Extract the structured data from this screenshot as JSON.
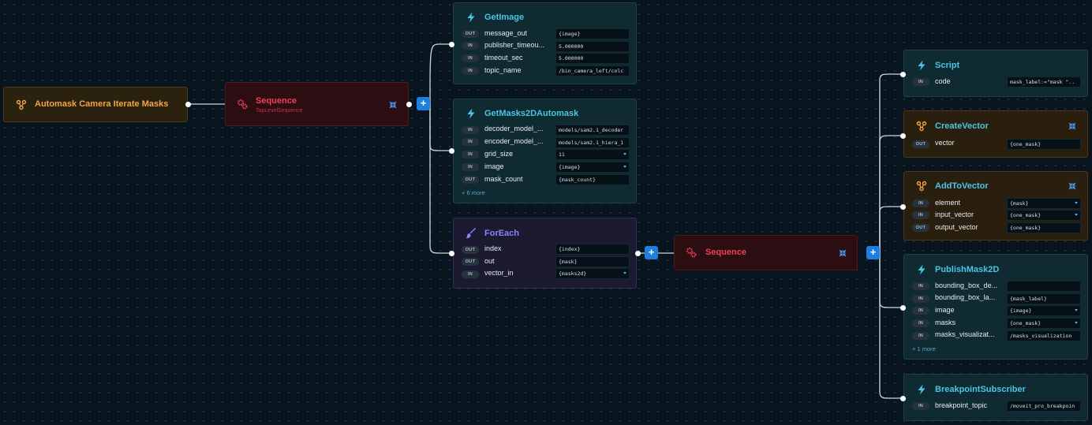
{
  "root": {
    "title": "Automask Camera Iterate Masks"
  },
  "sequence_top": {
    "title": "Sequence",
    "subtitle": "TopLevelSequence"
  },
  "sequence_inner": {
    "title": "Sequence"
  },
  "get_image": {
    "title": "GetImage",
    "ports": [
      {
        "dir": "OUT",
        "name": "message_out",
        "value": "{image}"
      },
      {
        "dir": "IN",
        "name": "publisher_timeou...",
        "value": "5.000000"
      },
      {
        "dir": "IN",
        "name": "timeout_sec",
        "value": "5.000000"
      },
      {
        "dir": "IN",
        "name": "topic_name",
        "value": "/bin_camera_left/colc"
      }
    ]
  },
  "get_masks": {
    "title": "GetMasks2DAutomask",
    "ports": [
      {
        "dir": "IN",
        "name": "decoder_model_...",
        "value": "models/sam2.1_decoder"
      },
      {
        "dir": "IN",
        "name": "encoder_model_...",
        "value": "models/sam2.1_hiera_1"
      },
      {
        "dir": "IN",
        "name": "grid_size",
        "value": "11"
      },
      {
        "dir": "IN",
        "name": "image",
        "value": "{image}"
      },
      {
        "dir": "OUT",
        "name": "mask_count",
        "value": "{mask_count}"
      }
    ],
    "more": "+ 6 more"
  },
  "foreach": {
    "title": "ForEach",
    "ports": [
      {
        "dir": "OUT",
        "name": "index",
        "value": "{index}"
      },
      {
        "dir": "OUT",
        "name": "out",
        "value": "{mask}"
      },
      {
        "dir": "IN",
        "name": "vector_in",
        "value": "{masks2d}"
      }
    ]
  },
  "script": {
    "title": "Script",
    "ports": [
      {
        "dir": "IN",
        "name": "code",
        "value": "mask_label:=\"mask \".."
      }
    ]
  },
  "create_vector": {
    "title": "CreateVector",
    "ports": [
      {
        "dir": "OUT",
        "name": "vector",
        "value": "{one_mask}"
      }
    ]
  },
  "add_to_vector": {
    "title": "AddToVector",
    "ports": [
      {
        "dir": "IN",
        "name": "element",
        "value": "{mask}"
      },
      {
        "dir": "IN",
        "name": "input_vector",
        "value": "{one_mask}"
      },
      {
        "dir": "OUT",
        "name": "output_vector",
        "value": "{one_mask}"
      }
    ]
  },
  "publish_mask": {
    "title": "PublishMask2D",
    "ports": [
      {
        "dir": "IN",
        "name": "bounding_box_de...",
        "value": ""
      },
      {
        "dir": "IN",
        "name": "bounding_box_la...",
        "value": "{mask_label}"
      },
      {
        "dir": "IN",
        "name": "image",
        "value": "{image}"
      },
      {
        "dir": "IN",
        "name": "masks",
        "value": "{one_mask}"
      },
      {
        "dir": "IN",
        "name": "masks_visualizat...",
        "value": "/masks_visualization"
      }
    ],
    "more": "+ 1 more"
  },
  "breakpoint": {
    "title": "BreakpointSubscriber",
    "ports": [
      {
        "dir": "IN",
        "name": "breakpoint_topic",
        "value": "/moveit_pro_breakpoin"
      }
    ]
  },
  "add_child_label": "+",
  "colors": {
    "background": "#08151f",
    "accent": "#1f7fe0",
    "action_title": "#49c6e5",
    "sequence_title": "#f23f55",
    "tree_title": "#f2a545",
    "foreach_title": "#8b83ff"
  },
  "icons": {
    "root": "tree-icon",
    "sequence": "gears-icon",
    "action": "lightning-icon",
    "vector": "tree-icon",
    "foreach": "brush-icon",
    "collapse": "collapse-icon"
  }
}
